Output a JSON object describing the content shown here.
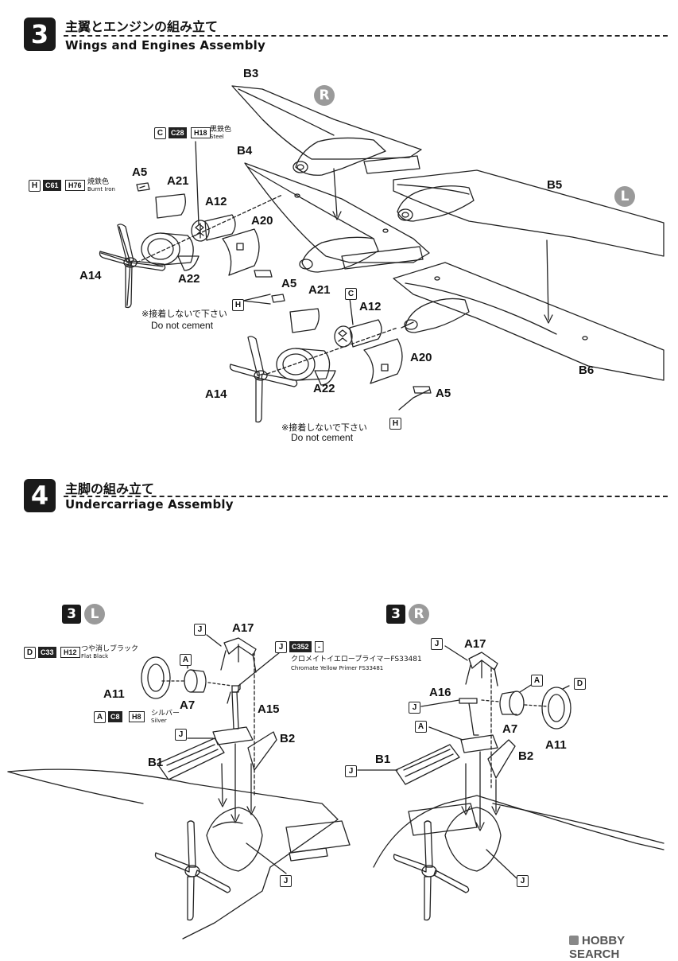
{
  "step3": {
    "number": "3",
    "title_jp": "主翼とエンジンの組み立て",
    "title_en": "Wings and Engines Assembly",
    "side_right": "R",
    "side_left": "L",
    "labels": {
      "b3": "B3",
      "b4": "B4",
      "b5": "B5",
      "b6": "B6",
      "a5_top": "A5",
      "a21_top": "A21",
      "a12_top": "A12",
      "a20_top": "A20",
      "a14_top": "A14",
      "a22_top": "A22",
      "a5_mid": "A5",
      "a21_mid": "A21",
      "a12_mid": "A12",
      "a20_mid": "A20",
      "a14_bot": "A14",
      "a22_bot": "A22",
      "a5_bot": "A5"
    },
    "paint_c": {
      "box": "C",
      "code": "C28",
      "h": "H18",
      "jp": "黒鉄色",
      "en": "Steel"
    },
    "paint_h": {
      "box": "H",
      "code": "C61",
      "h": "H76",
      "jp": "焼鉄色",
      "en": "Burnt Iron"
    },
    "box_h_mid": "H",
    "box_c_mid": "C",
    "box_h_bot": "H",
    "note1_jp": "※接着しないで下さい",
    "note1_en": "Do not cement",
    "note2_jp": "※接着しないで下さい",
    "note2_en": "Do not cement"
  },
  "step4": {
    "number": "4",
    "title_jp": "主脚の組み立て",
    "title_en": "Undercarriage Assembly",
    "left": {
      "ref_num": "3",
      "ref_side": "L",
      "paint_d": {
        "box": "D",
        "code": "C33",
        "h": "H12",
        "jp": "つや消しブラック",
        "en": "Flat Black"
      },
      "paint_j": {
        "box": "J",
        "code": "C352",
        "h": "-",
        "jp": "クロメイトイエロープライマーFS33481",
        "en": "Chromate Yellow Primer FS33481"
      },
      "paint_a": {
        "box": "A",
        "code": "C8",
        "h": "H8",
        "jp": "シルバー",
        "en": "Silver"
      },
      "labels": {
        "a17": "A17",
        "a11": "A11",
        "a7": "A7",
        "a15": "A15",
        "b1": "B1",
        "b2": "B2"
      },
      "box_j_top": "J",
      "box_a": "A",
      "box_j_mid": "J",
      "box_j_bot": "J"
    },
    "right": {
      "ref_num": "3",
      "ref_side": "R",
      "labels": {
        "a17": "A17",
        "a16": "A16",
        "a7": "A7",
        "a11": "A11",
        "b1": "B1",
        "b2": "B2"
      },
      "box_j_top": "J",
      "box_a": "A",
      "box_d": "D",
      "box_j_mid": "J",
      "box_a_mid": "A",
      "box_j_left": "J",
      "box_j_bot": "J"
    }
  },
  "watermark": "HOBBY SEARCH"
}
